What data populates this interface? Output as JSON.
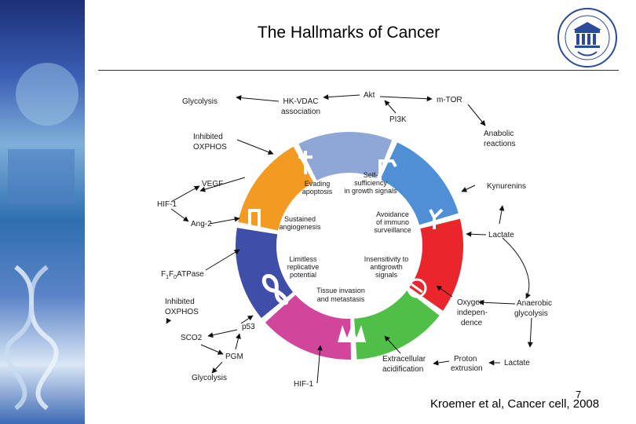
{
  "title": "The Hallmarks of Cancer",
  "citation": "Kroemer et al, Cancer cell, 2008",
  "page_number": "7",
  "colors": {
    "evading_apoptosis": "#8fa7d6",
    "self_sufficiency": "#4f8fd6",
    "immuno": "#e8262c",
    "antigrowth": "#4fbf47",
    "tissue_invasion": "#d1459b",
    "replicative": "#3f4ea8",
    "angiogenesis": "#f39a22"
  },
  "icons": [
    "dagger-icon",
    "switch-icon",
    "y-antibody-icon",
    "no-entry-icon",
    "crown-icon",
    "infinity-icon",
    "tube-icon"
  ],
  "hallmarks": {
    "evading": [
      "Evading",
      "apoptosis"
    ],
    "self": [
      "Self-",
      "sufficiency",
      "in growth signals"
    ],
    "avoid": [
      "Avoidance",
      "of immuno",
      "surveillance"
    ],
    "insens": [
      "Insensitivity to",
      "antigrowth",
      "signals"
    ],
    "tissue": [
      "Tissue invasion",
      "and metastasis"
    ],
    "limitless": [
      "Limitless",
      "replicative",
      "potential"
    ],
    "sustained": [
      "Sustained",
      "angiogenesis"
    ]
  },
  "labels": {
    "glycolysis_top": "Glycolysis",
    "hk_vdac": [
      "HK-VDAC",
      "association"
    ],
    "akt": "Akt",
    "mtor": "m-TOR",
    "pi3k": "PI3K",
    "anabolic": [
      "Anabolic",
      "reactions"
    ],
    "inhibited_top": [
      "Inhibited",
      "OXPHOS"
    ],
    "kynurenins": "Kynurenins",
    "vegf": "VEGF",
    "hif1_left": "HIF-1",
    "ang2": "Ang-2",
    "lactate_right": "Lactate",
    "f1f0": [
      "F",
      "1",
      "F",
      "0",
      "ATPase"
    ],
    "inhibited_bottom": [
      "Inhibited",
      "OXPHOS"
    ],
    "oxygen": [
      "Oxygen",
      "indepen-",
      "dence"
    ],
    "anaerobic": [
      "Anaerobic",
      "glycolysis"
    ],
    "p53": "p53",
    "sco2": "SCO2",
    "pgm": "PGM",
    "glycolysis_bottom": "Glycolysis",
    "hif1_bottom": "HIF-1",
    "extracellular": [
      "Extracellular",
      "acidification"
    ],
    "proton": [
      "Proton",
      "extrusion"
    ],
    "lactate_bottom": "Lactate"
  }
}
